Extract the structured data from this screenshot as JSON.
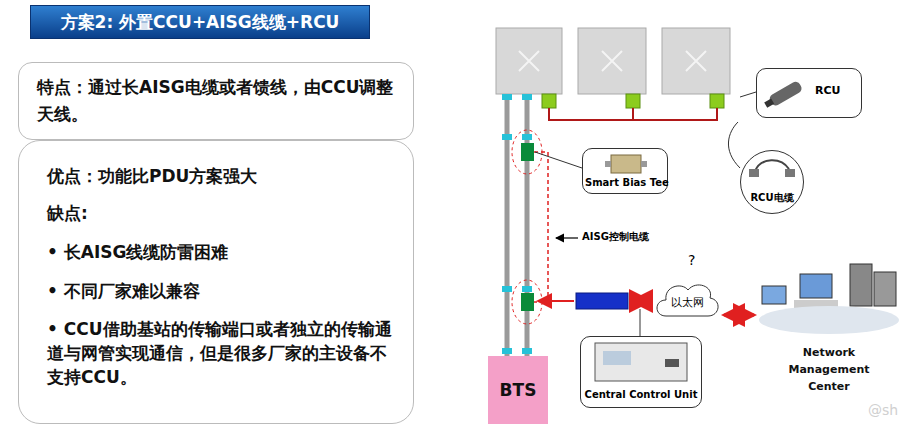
{
  "diagram": {
    "title": "方案2: 外置CCU+AISG线缆+RCU",
    "nodes": [
      {
        "text": [
          "特点：通过长AISG电缆或者馈线，由CCU调整天线。"
        ]
      },
      {
        "text": [
          "优点：功能比PDU方案强大",
          "缺点:",
          "• 长AISG线缆防雷困难",
          "• 不同厂家难以兼容",
          "• CCU借助基站的传输端口或者独立的传输通道与网管实现通信，但是很多厂家的主设备不支持CCU。"
        ]
      },
      {
        "text": [
          "RCU"
        ]
      },
      {
        "text": [
          "Smart Bias Tee"
        ]
      },
      {
        "text": [
          "RCU电缆"
        ]
      },
      {
        "text": [
          "BTS"
        ]
      },
      {
        "text": [
          "以太网"
        ]
      },
      {
        "text": [
          "Network Management Center"
        ]
      },
      {
        "text": [
          "Central Control Unit"
        ]
      }
    ],
    "edges": [
      {
        "from": 6,
        "to": 7,
        "arrow": "both"
      }
    ],
    "labels": [
      "AISG控制电缆",
      "?",
      "@sh"
    ]
  }
}
